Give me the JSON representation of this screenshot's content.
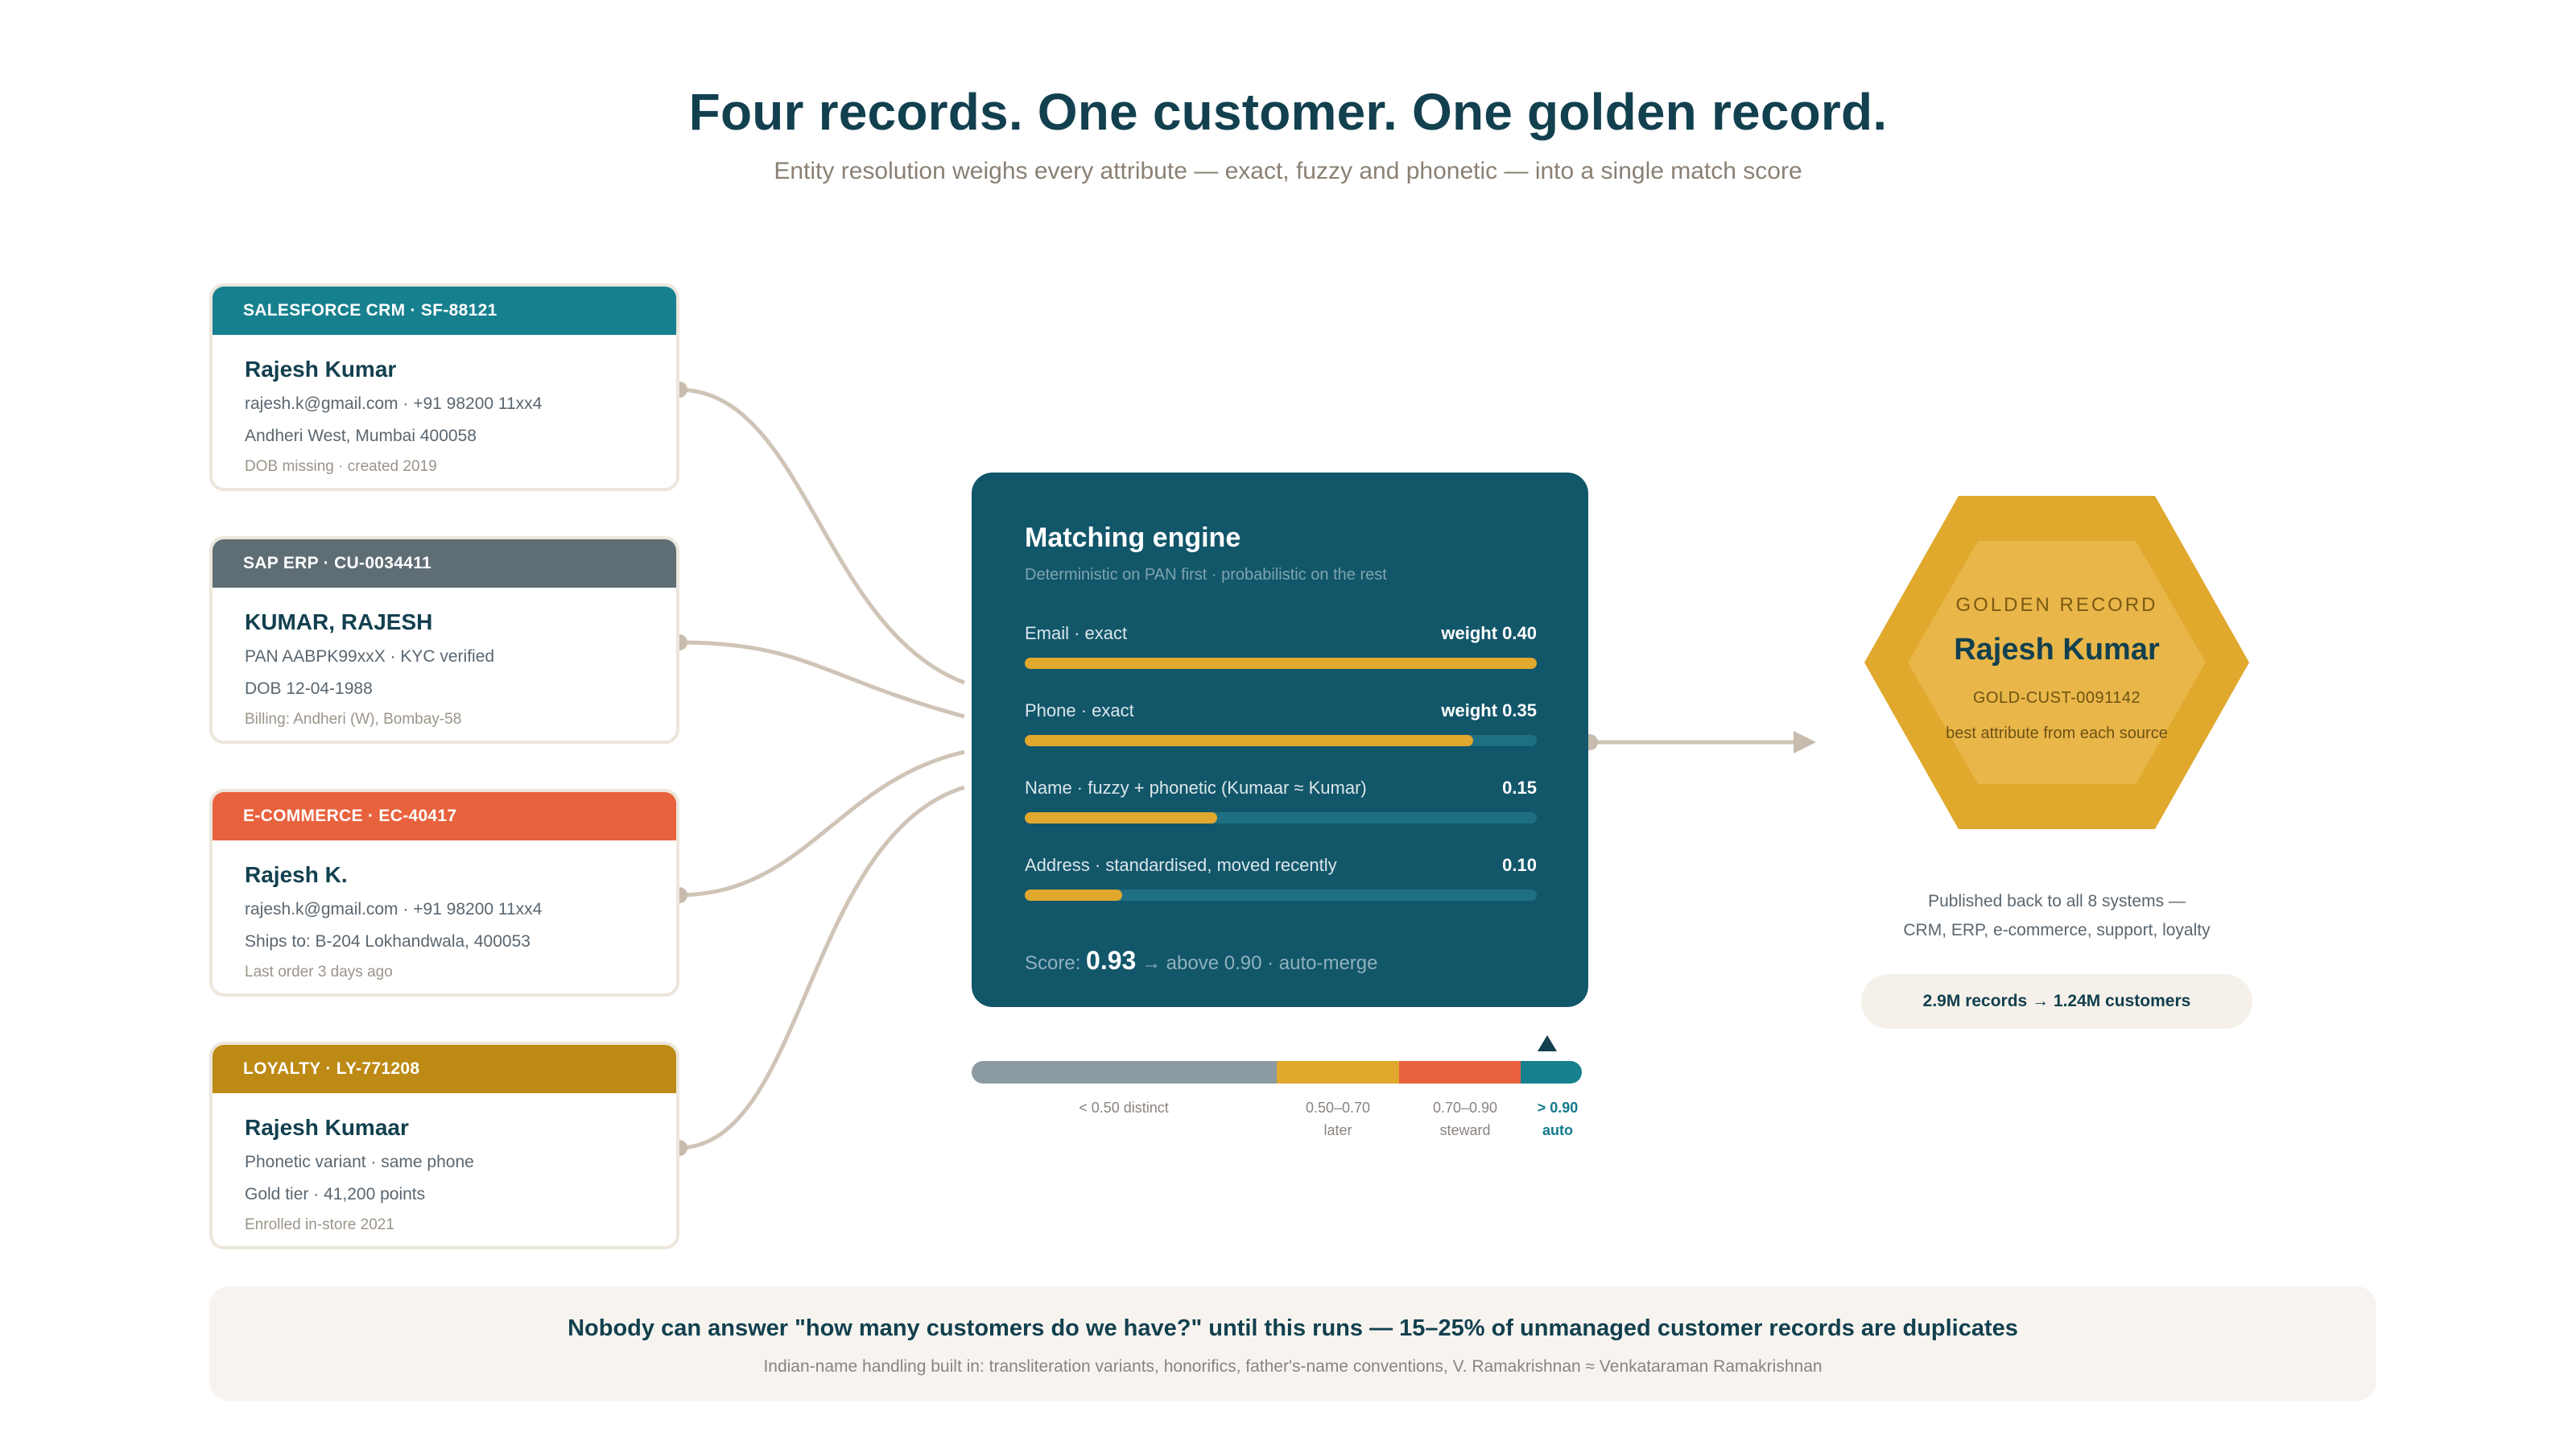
{
  "header": {
    "title": "Four records. One customer. One golden record.",
    "subtitle": "Entity resolution weighs every attribute — exact, fuzzy and phonetic — into a single match score"
  },
  "sources": [
    {
      "header": "SALESFORCE CRM · SF-88121",
      "color": "#17808f",
      "name": "Rajesh Kumar",
      "line1": "rajesh.k@gmail.com · +91 98200 11xx4",
      "line2": "Andheri West, Mumbai 400058",
      "note": "DOB missing · created 2019"
    },
    {
      "header": "SAP ERP · CU-0034411",
      "color": "#5f6e75",
      "name": "KUMAR, RAJESH",
      "line1": "PAN AABPK99xxX · KYC verified",
      "line2": "DOB 12-04-1988",
      "note": "Billing: Andheri (W), Bombay-58"
    },
    {
      "header": "E-COMMERCE · EC-40417",
      "color": "#e9623e",
      "name": "Rajesh K.",
      "line1": "rajesh.k@gmail.com · +91 98200 11xx4",
      "line2": "Ships to: B-204 Lokhandwala, 400053",
      "note": "Last order 3 days ago"
    },
    {
      "header": "LOYALTY · LY-771208",
      "color": "#bc8a15",
      "name": "Rajesh Kumaar",
      "line1": "Phonetic variant · same phone",
      "line2": "Gold tier · 41,200 points",
      "note": "Enrolled in-store 2021"
    }
  ],
  "engine": {
    "title": "Matching engine",
    "subtitle": "Deterministic on PAN first · probabilistic on the rest",
    "attributes": [
      {
        "label": "Email · exact",
        "weight_label": "weight 0.40",
        "fill": 1.0
      },
      {
        "label": "Phone · exact",
        "weight_label": "weight 0.35",
        "fill": 0.875
      },
      {
        "label": "Name · fuzzy + phonetic (Kumaar ≈ Kumar)",
        "weight_label": "0.15",
        "fill": 0.375
      },
      {
        "label": "Address · standardised, moved recently",
        "weight_label": "0.10",
        "fill": 0.19
      }
    ],
    "score_prefix": "Score:",
    "score_value": "0.93",
    "score_suffix": "→ above 0.90 · auto-merge",
    "accent_color": "#e0a82c"
  },
  "thresholds": {
    "marker_value": 0.93,
    "segments": [
      {
        "line1": "< 0.50 distinct",
        "line2": "",
        "color": "#8b9aa3",
        "share": 0.5,
        "active": false
      },
      {
        "line1": "0.50–0.70",
        "line2": "later",
        "color": "#e0a82c",
        "share": 0.2,
        "active": false
      },
      {
        "line1": "0.70–0.90",
        "line2": "steward",
        "color": "#e9623e",
        "share": 0.2,
        "active": false
      },
      {
        "line1": "> 0.90",
        "line2": "auto",
        "color": "#17808f",
        "share": 0.1,
        "active": true
      }
    ]
  },
  "golden": {
    "label": "GOLDEN RECORD",
    "name": "Rajesh Kumar",
    "id": "GOLD-CUST-0091142",
    "note": "best attribute from each source",
    "publish_line1": "Published back to all 8 systems —",
    "publish_line2": "CRM, ERP, e-commerce, support, loyalty",
    "stat": "2.9M records → 1.24M customers",
    "outer_color": "#e0a82c",
    "inner_color": "#e9b649"
  },
  "footer": {
    "headline": "Nobody can answer \"how many customers do we have?\" until this runs — 15–25% of unmanaged customer records are duplicates",
    "subline": "Indian-name handling built in: transliteration variants, honorifics, father's-name conventions, V. Ramakrishnan ≈ Venkataraman Ramakrishnan"
  }
}
